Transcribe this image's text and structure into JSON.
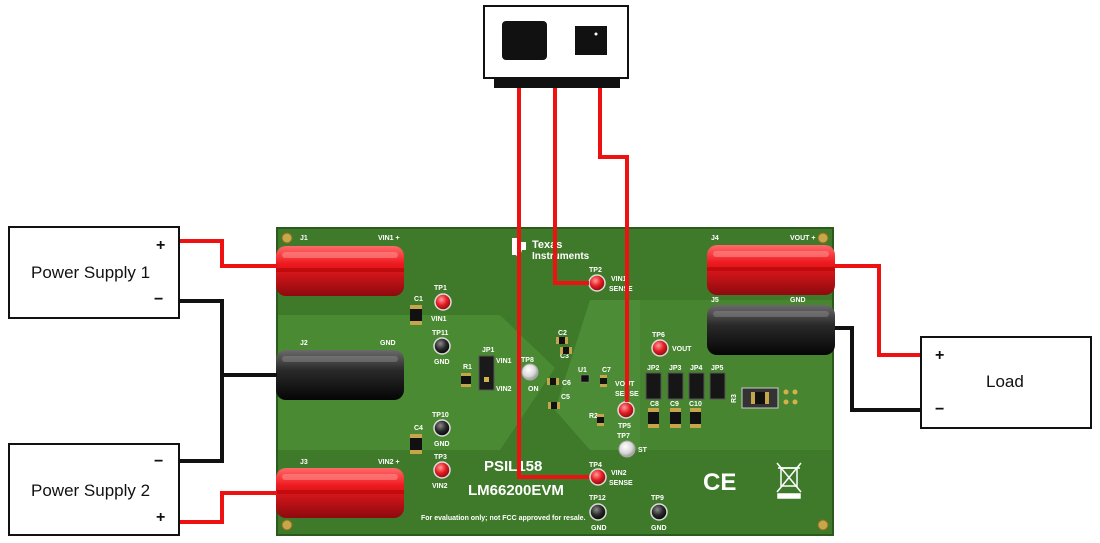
{
  "power_supply_1": {
    "label": "Power Supply 1",
    "plus": "+",
    "minus": "−"
  },
  "power_supply_2": {
    "label": "Power Supply 2",
    "plus": "+",
    "minus": "−"
  },
  "load": {
    "label": "Load",
    "plus": "+",
    "minus": "−"
  },
  "board": {
    "name_line1": "PSIL158",
    "name_line2": "LM66200EVM",
    "logo_line1": "Texas",
    "logo_line2": "Instruments",
    "disclaimer": "For evaluation only; not FCC approved for resale.",
    "ce_mark": "CE",
    "connectors": {
      "j1": "J1",
      "j1_tag": "VIN1 +",
      "j2": "J2",
      "j2_tag": "GND",
      "j3": "J3",
      "j3_tag": "VIN2 +",
      "j4": "J4",
      "j4_tag": "VOUT +",
      "j5": "J5",
      "j5_tag": "GND"
    },
    "test_points": {
      "tp1": "TP1",
      "tp1_lbl": "VIN1",
      "tp11": "TP11",
      "tp11_lbl": "GND",
      "tp10": "TP10",
      "tp10_lbl": "GND",
      "tp3": "TP3",
      "tp3_lbl": "VIN2",
      "tp2": "TP2",
      "tp2_lbl1": "VIN1",
      "tp2_lbl2": "SENSE",
      "tp8": "TP8",
      "tp8_lbl": "ON",
      "tp6": "TP6",
      "tp6_lbl": "VOUT",
      "tp5": "TP5",
      "tp5_lbl1": "VOUT",
      "tp5_lbl2": "SENSE",
      "tp7": "TP7",
      "tp7_lbl": "ST",
      "tp4": "TP4",
      "tp4_lbl1": "VIN2",
      "tp4_lbl2": "SENSE",
      "tp12": "TP12",
      "tp12_lbl": "GND",
      "tp9": "TP9",
      "tp9_lbl": "GND"
    },
    "components": {
      "c1": "C1",
      "c4": "C4",
      "r1": "R1",
      "jp1": "JP1",
      "jp1_a": "VIN1",
      "jp1_b": "VIN2",
      "c2": "C2",
      "c3": "C3",
      "u1": "U1",
      "c6": "C6",
      "c5": "C5",
      "c7": "C7",
      "r2": "R2",
      "jp2": "JP2",
      "jp3": "JP3",
      "jp4": "JP4",
      "jp5": "JP5",
      "c8": "C8",
      "c9": "C9",
      "c10": "C10",
      "r3": "R3"
    }
  },
  "colors": {
    "wire_red": "#ee1111",
    "wire_black": "#111111",
    "pcb_green": "#3f7a2b",
    "connector_red": "#e8151b"
  }
}
